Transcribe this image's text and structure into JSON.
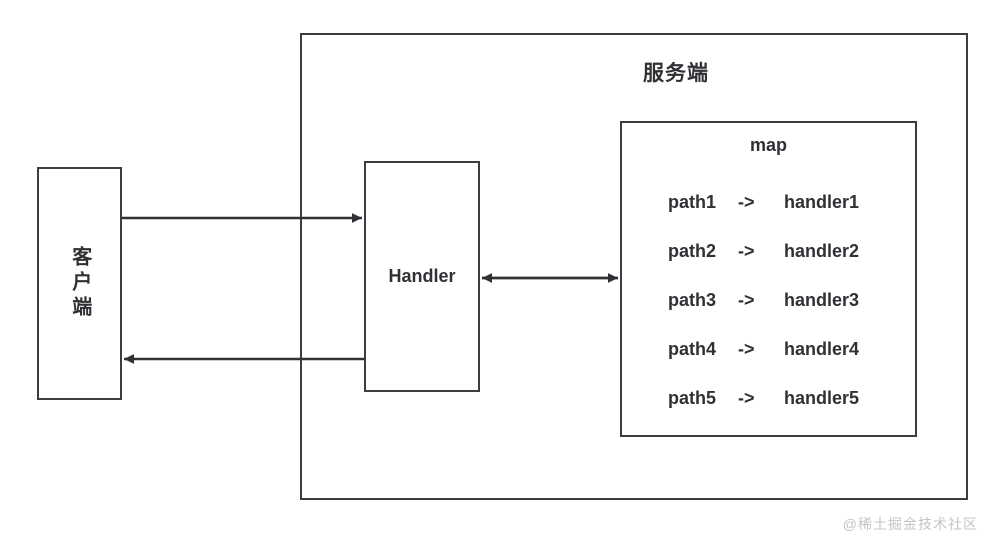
{
  "diagram": {
    "title_hidden": "",
    "server": {
      "label": "服务端"
    },
    "client": {
      "label": "客户端"
    },
    "handler": {
      "label": "Handler"
    },
    "map": {
      "title": "map",
      "rows": [
        {
          "key": "path1",
          "arrow": "->",
          "value": "handler1"
        },
        {
          "key": "path2",
          "arrow": "->",
          "value": "handler2"
        },
        {
          "key": "path3",
          "arrow": "->",
          "value": "handler3"
        },
        {
          "key": "path4",
          "arrow": "->",
          "value": "handler4"
        },
        {
          "key": "path5",
          "arrow": "->",
          "value": "handler5"
        }
      ]
    },
    "connectors": [
      {
        "name": "client-to-handler-request",
        "direction": "right"
      },
      {
        "name": "handler-to-client-response",
        "direction": "left"
      },
      {
        "name": "handler-map-lookup",
        "direction": "both"
      }
    ],
    "watermark": "@稀土掘金技术社区",
    "colors": {
      "stroke": "#3a3d42",
      "text": "#2f3135",
      "background": "#ffffff",
      "watermark": "#c3c4c6"
    }
  }
}
